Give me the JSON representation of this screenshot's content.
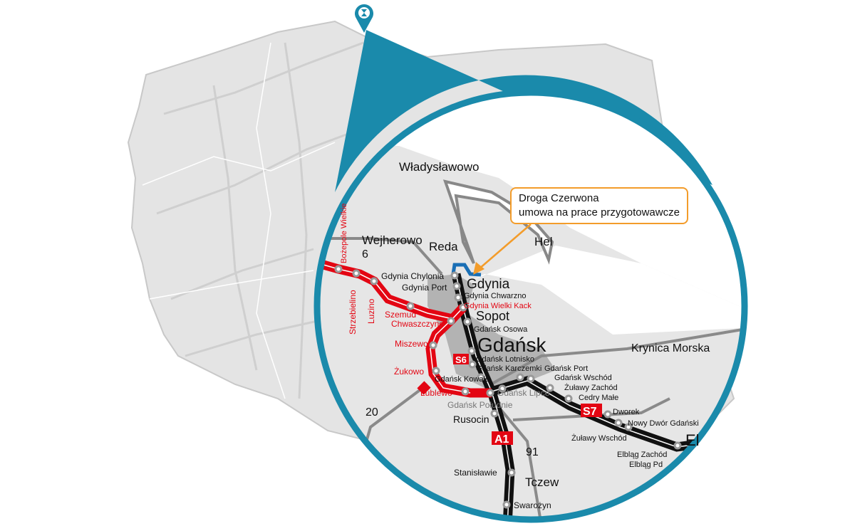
{
  "colors": {
    "magnifier": "#1a8aab",
    "expressway_planned": "#e30613",
    "motorway": "#111111",
    "highlight": "#1a6fb5",
    "callout_border": "#f39c2a"
  },
  "pin_icon": "hourglass-pin-icon",
  "callout": {
    "line1": "Droga Czerwona",
    "line2": "umowa na prace przygotowawcze"
  },
  "places": {
    "wladyslawowo": "Władysławowo",
    "wejherowo": "Wejherowo",
    "reda": "Reda",
    "hel": "Hel",
    "gdynia": "Gdynia",
    "sopot": "Sopot",
    "gdansk": "Gdańsk",
    "krynica": "Krynica Morska",
    "rusocin": "Rusocin",
    "tczew": "Tczew",
    "elblag": "El"
  },
  "road_numbers": {
    "r6": "6",
    "r20": "20",
    "r91": "91",
    "s6": "S6",
    "s7": "S7",
    "a1": "A1"
  },
  "red_stations": {
    "bozepole": "Bożepole Wielkie",
    "strzebielino": "Strzebielino",
    "luzino": "Luzino",
    "szemud": "Szemud",
    "chwaszczyno": "Chwaszczyno",
    "miszewo": "Miszewo",
    "zukowo": "Żukowo",
    "lublewo": "Lublewo",
    "wielki_kack": "Gdynia Wielki Kack"
  },
  "stations": {
    "chylonia": "Gdynia Chylonia",
    "port": "Gdynia Port",
    "chwarzno": "Gdynia Chwarzno",
    "osowa": "Gdańsk Osowa",
    "lotnisko": "Gdańsk Lotnisko",
    "karczemki": "Gdańsk Karczemki",
    "kowale": "Gdańsk Kowale",
    "gport": "Gdańsk Port",
    "wschod": "Gdańsk Wschód",
    "zulawy_z": "Żuławy Zachód",
    "cedry": "Cedry Małe",
    "dworek": "Dworek",
    "nowy_dwor": "Nowy Dwór Gdański",
    "zulawy_w": "Żuławy Wschód",
    "elblag_z": "Elbląg Zachód",
    "elblag_p": "Elbląg Pd",
    "lipce": "Gdańsk Lipce",
    "poludnie": "Gdańsk Południe",
    "stanislawie": "Stanisławie",
    "swarozyn": "Swarożyn"
  }
}
